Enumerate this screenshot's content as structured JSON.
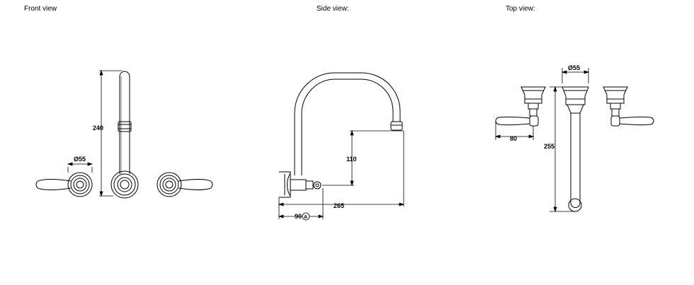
{
  "views": {
    "front": {
      "title": "Front  view"
    },
    "side": {
      "title": "Side  view:"
    },
    "top": {
      "title": "Top  view:"
    }
  },
  "dimensions": {
    "front_height": "240",
    "front_diameter": "Ø55",
    "side_height": "110",
    "side_reach": "265",
    "side_rotation": "90",
    "side_rotation_symbol": "A",
    "top_diameter": "Ø55",
    "top_handle": "80",
    "top_length": "255"
  }
}
